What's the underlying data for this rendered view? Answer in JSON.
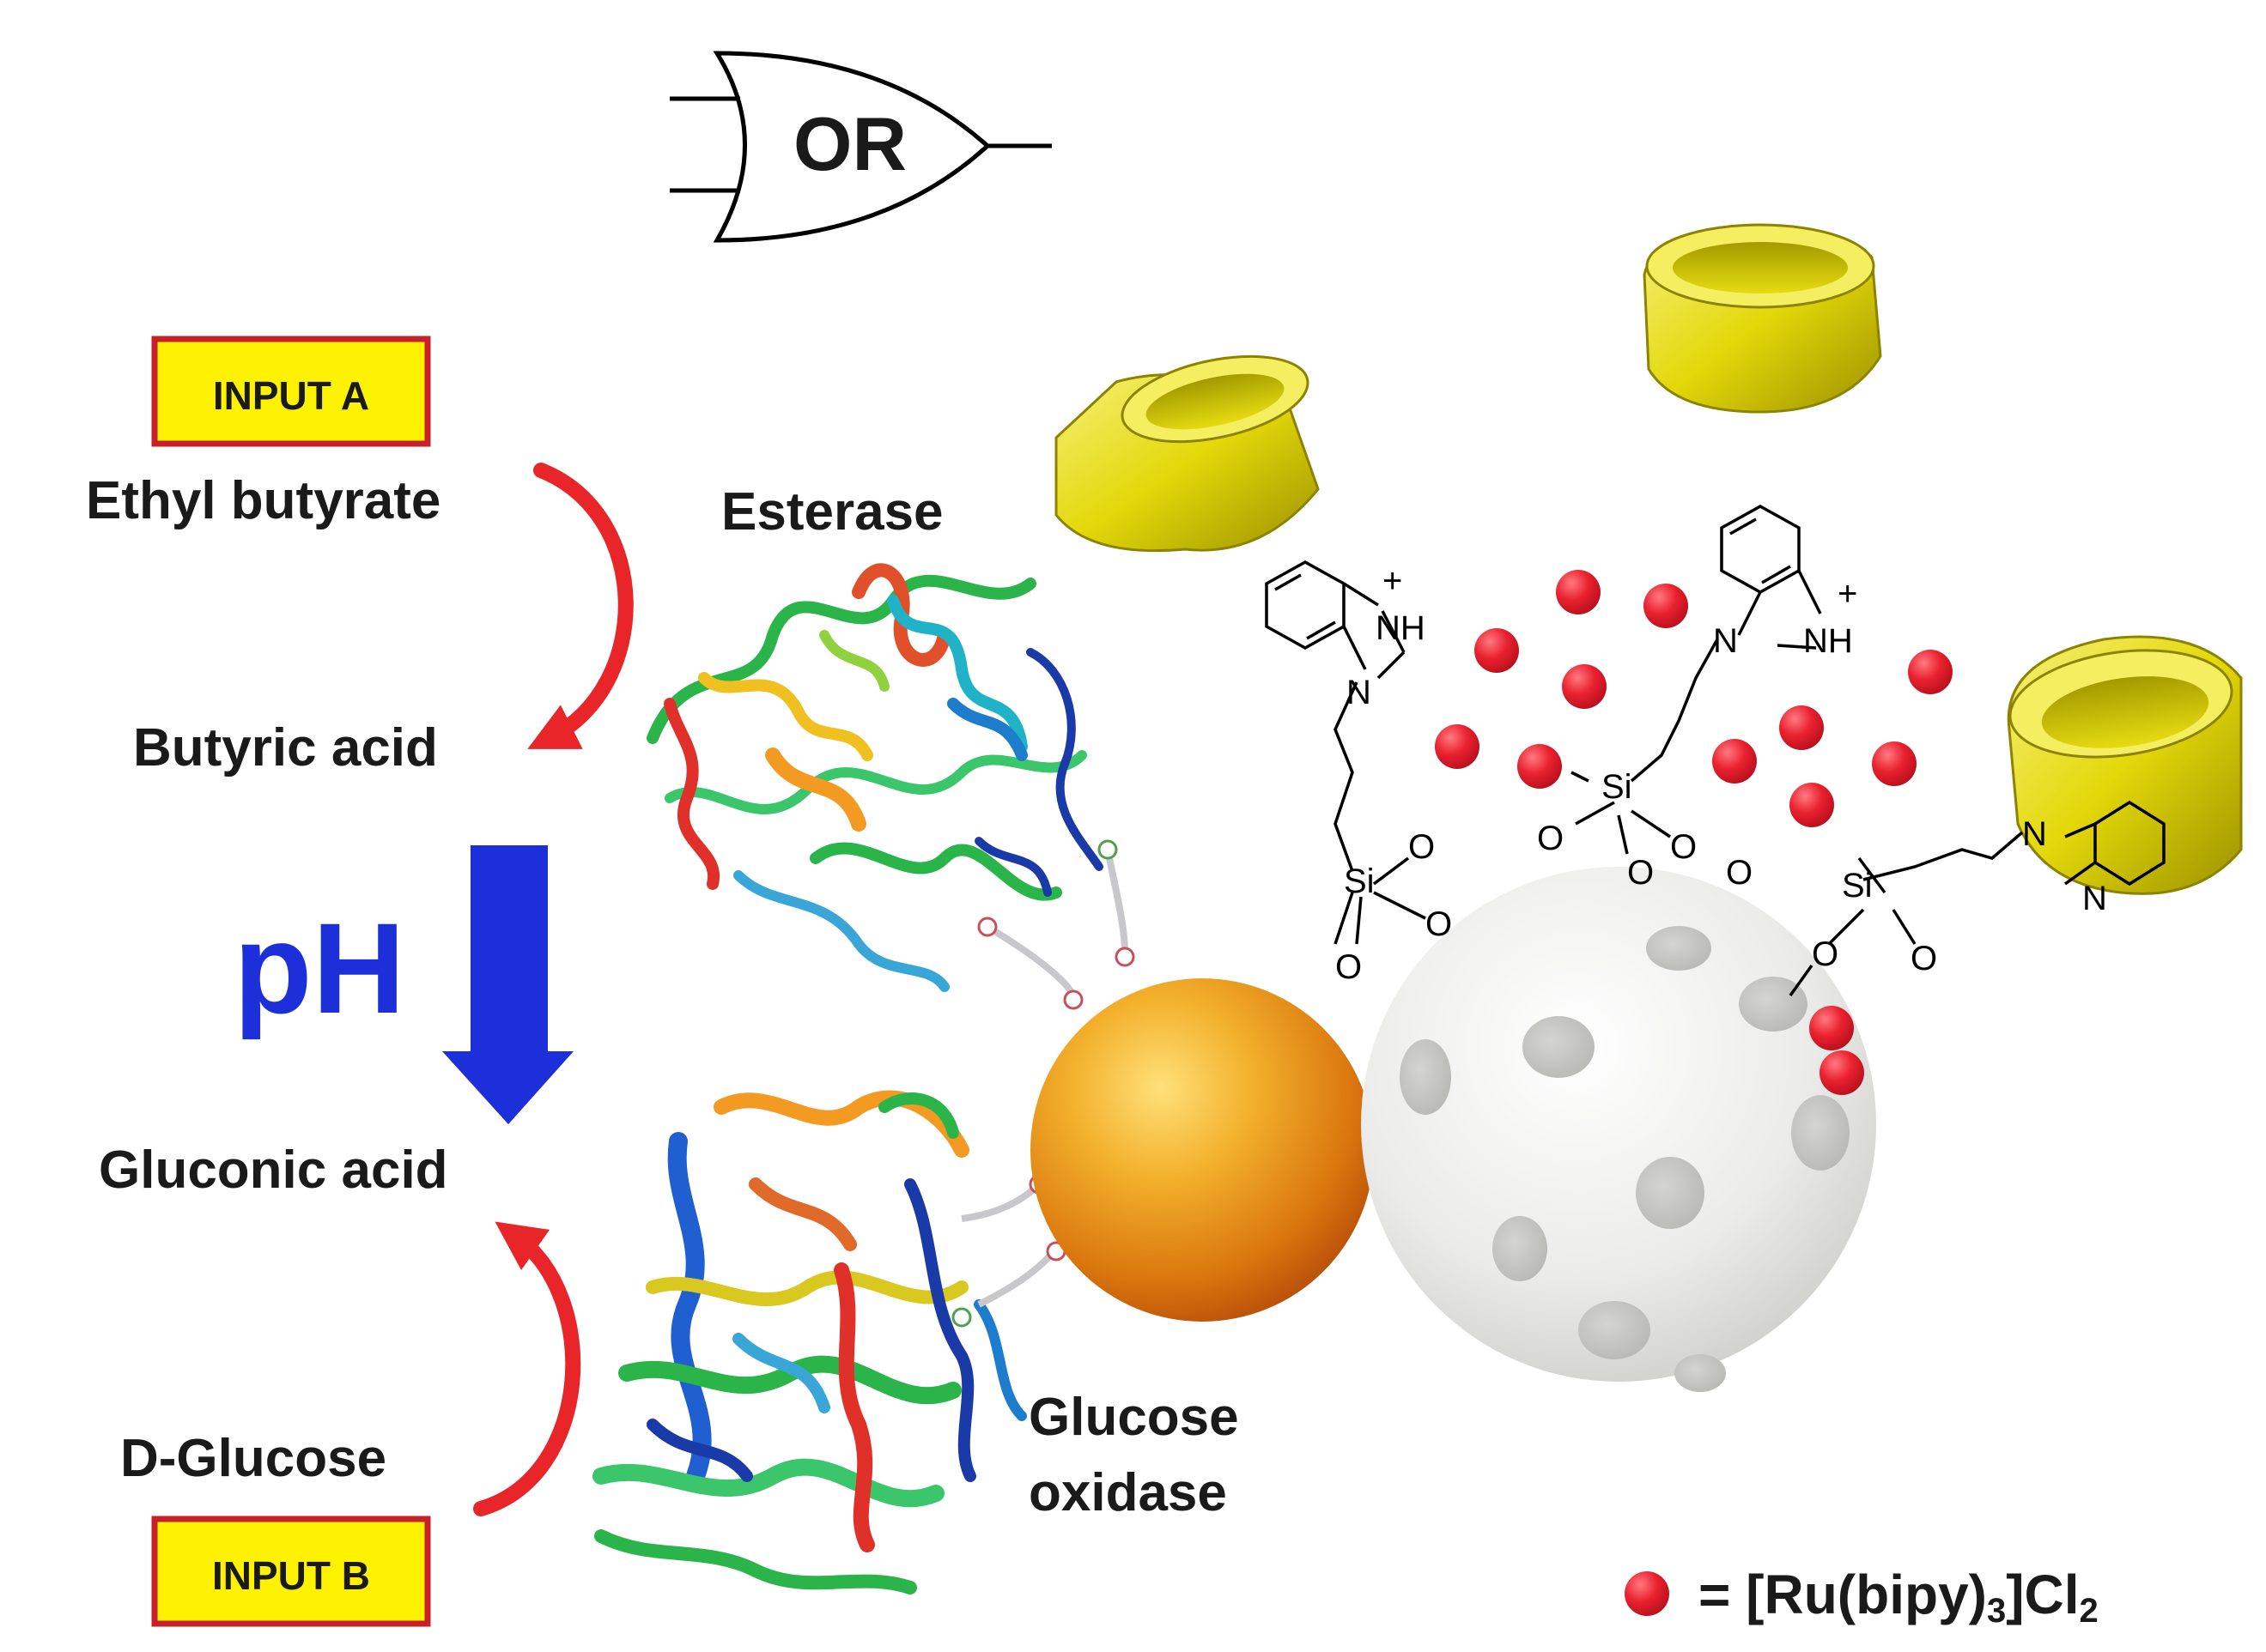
{
  "gate": {
    "label": "OR"
  },
  "inputs": {
    "a": "INPUT A",
    "b": "INPUT B"
  },
  "reaction_a": {
    "substrate": "Ethyl butyrate",
    "product": "Butyric acid"
  },
  "reaction_b": {
    "substrate": "D-Glucose",
    "product": "Gluconic acid"
  },
  "ph_label": "pH",
  "enzymes": {
    "esterase": "Esterase",
    "gox_line1": "Glucose",
    "gox_line2": "oxidase"
  },
  "molecule": {
    "si": "Si",
    "o": "O",
    "n": "N",
    "nh": "NH",
    "plus": "+"
  },
  "legend": {
    "prefix": "= [Ru(bipy)",
    "sub3": "3",
    "mid": "]Cl",
    "sub2": "2"
  },
  "colors": {
    "arrow_red": "#e8262a",
    "ph_blue": "#1d2fd8",
    "input_box_fill": "#fff200",
    "input_box_border": "#c6202a",
    "dye_red": "#e8202e",
    "gold": "#e59a10",
    "silica": "#ececec",
    "cyclodextrin": "#e9e20c"
  }
}
